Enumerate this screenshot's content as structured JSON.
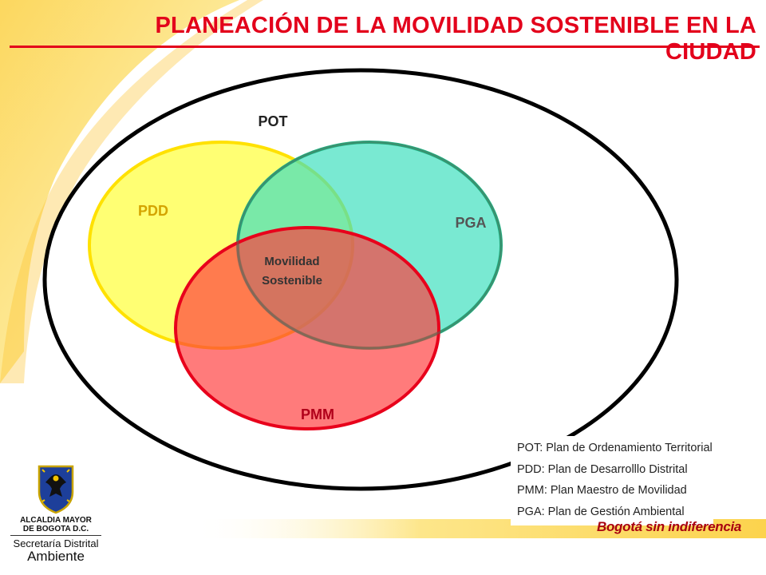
{
  "title": "PLANEACIÓN DE LA MOVILIDAD SOSTENIBLE EN LA CIUDAD",
  "diagram": {
    "outer_label": "POT",
    "sets": [
      {
        "key": "pdd",
        "label": "PDD",
        "fill": "#ffff44",
        "stroke": "#ffe100",
        "label_color": "#d4a400"
      },
      {
        "key": "pga",
        "label": "PGA",
        "fill": "#40dfbf",
        "stroke": "#14c08c",
        "label_color": "#555555"
      },
      {
        "key": "pmm",
        "label": "PMM",
        "fill": "#ff3c3c",
        "stroke": "#e8001b",
        "label_color": "#b0001a"
      }
    ],
    "center_label_line1": "Movilidad",
    "center_label_line2": "Sostenible"
  },
  "legend": [
    "POT: Plan de Ordenamiento Territorial",
    "PDD: Plan de Desarrolllo Distrital",
    "PMM: Plan Maestro de Movilidad",
    "PGA: Plan de Gestión Ambiental"
  ],
  "logo": {
    "line1": "ALCALDIA MAYOR",
    "line2": "DE BOGOTA D.C.",
    "line3": "Secretaría Distrital",
    "line4": "Ambiente"
  },
  "footer_brand": "Bogotá sin indiferencia",
  "colors": {
    "accent": "#e3001b",
    "background_swirl": "#fde68a"
  }
}
